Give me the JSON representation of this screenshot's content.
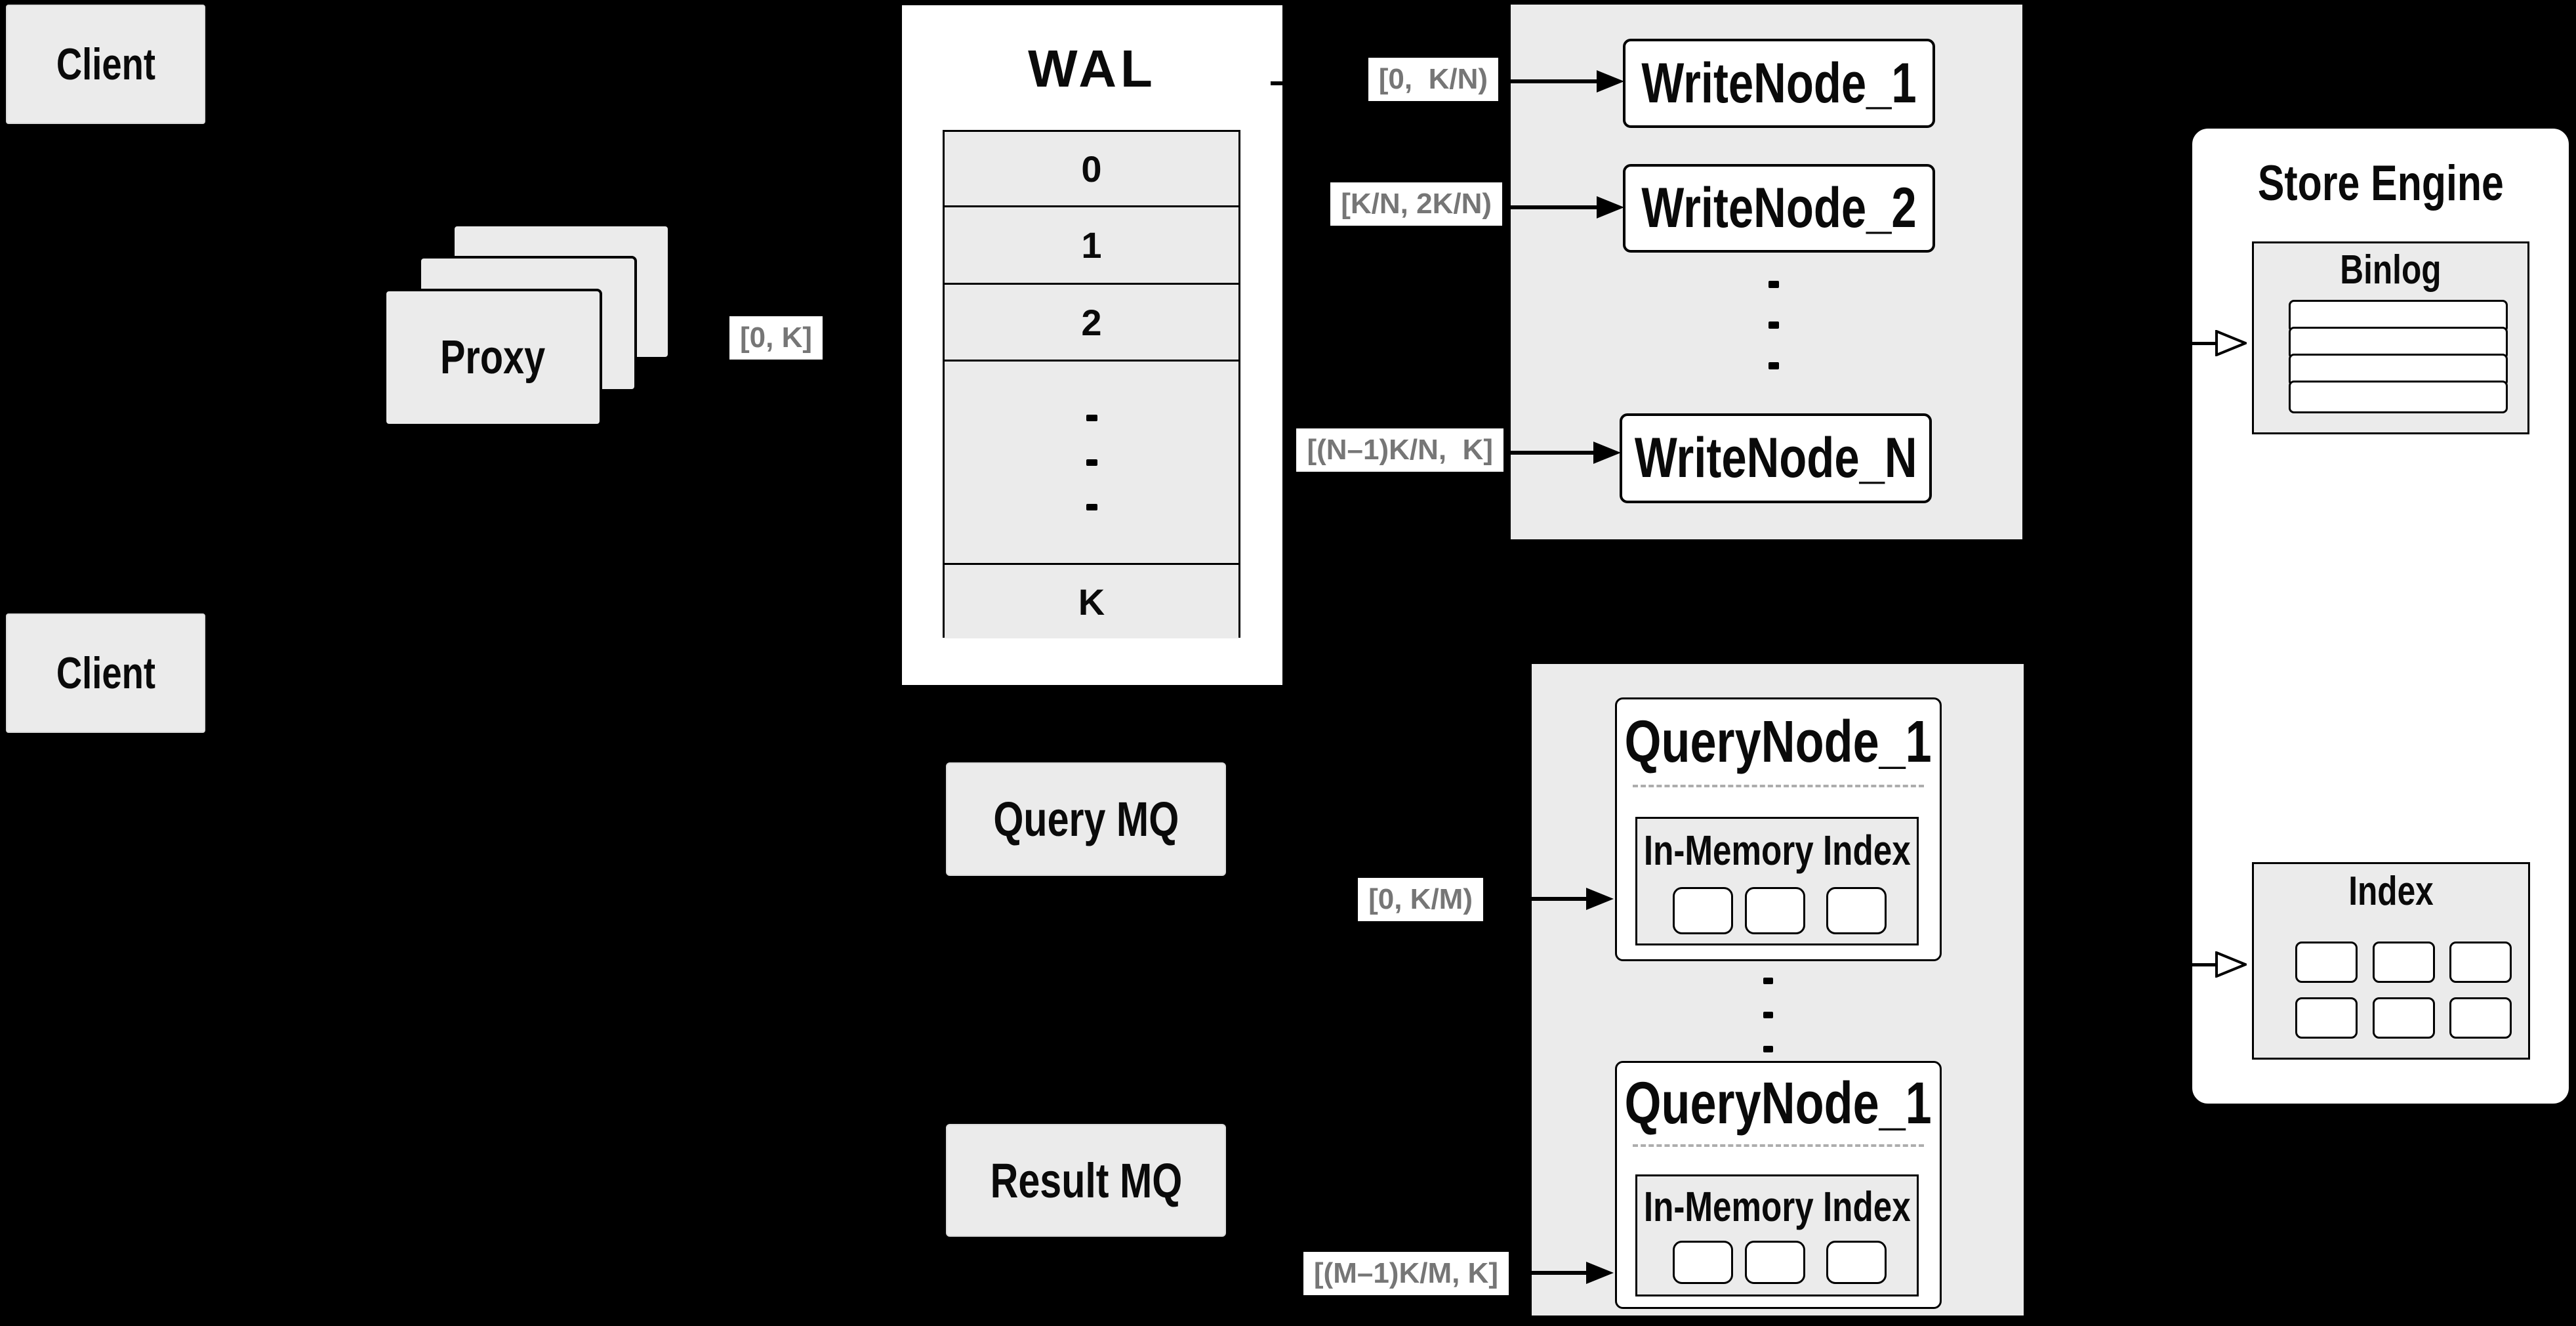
{
  "colors": {
    "background": "#000000",
    "box_fill": "#ebebeb",
    "node_fill": "#ffffff",
    "border": "#000000",
    "label_text": "#767676",
    "text": "#0a0a0a",
    "dashed_separator": "#adadad"
  },
  "clients": {
    "top": "Client",
    "bottom": "Client"
  },
  "proxy": {
    "label": "Proxy"
  },
  "wal": {
    "title": "WAL",
    "rows": [
      "0",
      "1",
      "2",
      "K"
    ]
  },
  "range_labels": {
    "proxy_out": "[0, K]",
    "wn": [
      "[0,  K/N)",
      "[K/N, 2K/N)",
      "[(N–1)K/N,  K]"
    ],
    "qn": [
      "[0, K/M)",
      "[(M–1)K/M, K]"
    ]
  },
  "write_nodes": {
    "nodes": [
      "WriteNode_1",
      "WriteNode_2",
      "WriteNode_N"
    ]
  },
  "store_engine": {
    "title": "Store Engine",
    "binlog_title": "Binlog",
    "index_title": "Index"
  },
  "mq": {
    "query": "Query MQ",
    "result": "Result MQ"
  },
  "query_nodes": {
    "node1_title": "QueryNode_1",
    "node2_title": "QueryNode_1",
    "in_memory_label_1": "In-Memory Index",
    "in_memory_label_2": "In-Memory Index"
  }
}
